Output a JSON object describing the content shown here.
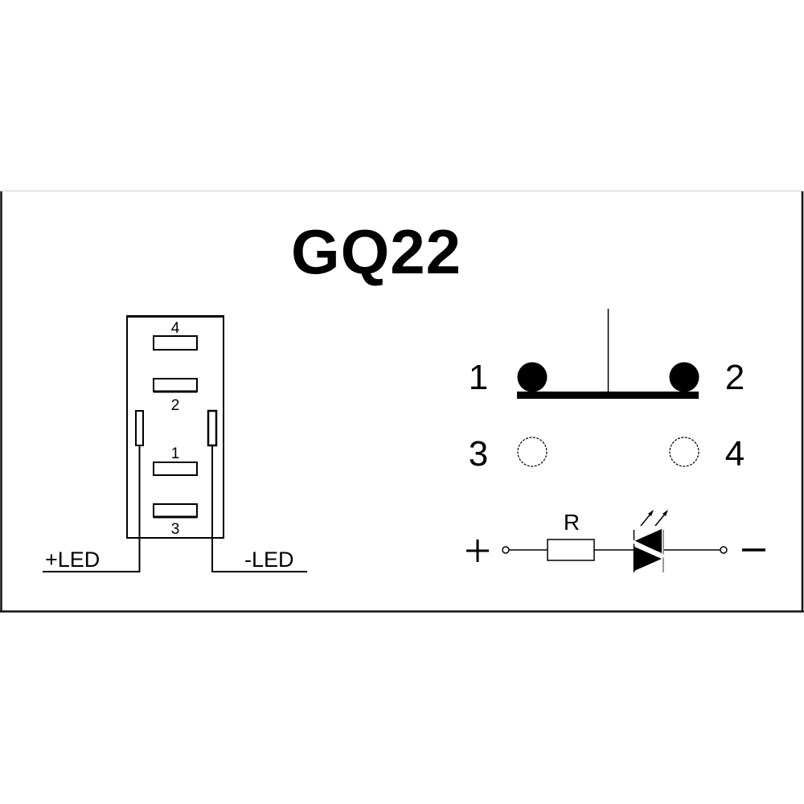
{
  "title": "GQ22",
  "connector": {
    "pins_top_to_bottom": [
      {
        "label": "4",
        "label_position": "above"
      },
      {
        "label": "2",
        "label_position": "below"
      },
      {
        "label": "1",
        "label_position": "above"
      },
      {
        "label": "3",
        "label_position": "below"
      }
    ],
    "led_terminals": {
      "plus": "+LED",
      "minus": "-LED"
    }
  },
  "switch_symbol": {
    "closed_contacts": [
      "1",
      "2"
    ],
    "open_contacts": [
      "3",
      "4"
    ]
  },
  "led_circuit": {
    "plus_sign": "+",
    "minus_sign": "−",
    "resistor_label": "R",
    "components": [
      "terminal",
      "resistor",
      "led",
      "terminal"
    ]
  },
  "colors": {
    "line": "#000000",
    "background": "#ffffff",
    "frame_top": "#e6e6e6"
  }
}
